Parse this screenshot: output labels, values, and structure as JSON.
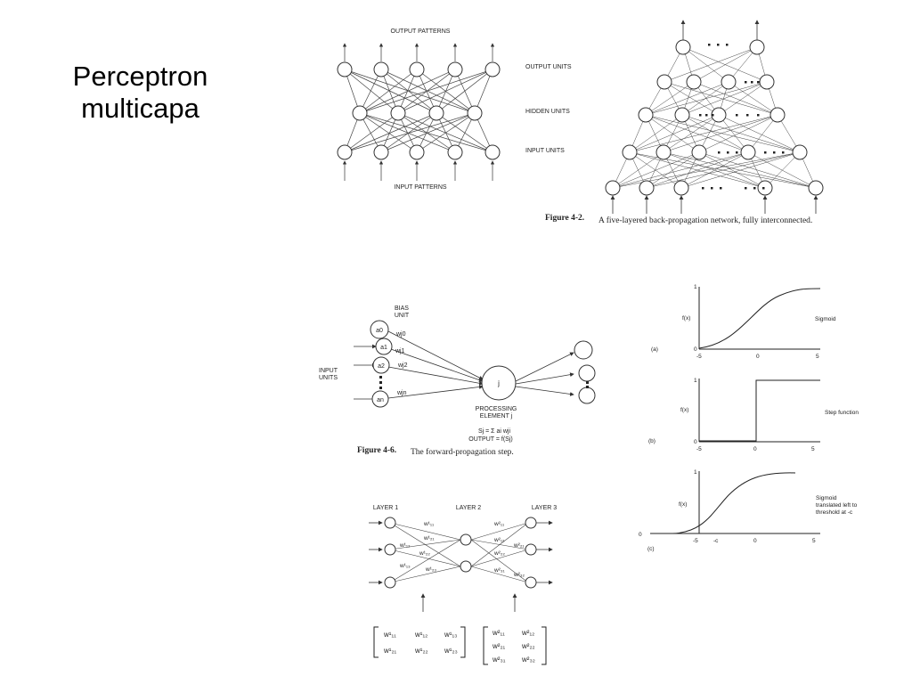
{
  "slide": {
    "title_line1": "Perceptron",
    "title_line2": "multicapa"
  },
  "fig_mlp": {
    "output_patterns": "OUTPUT PATTERNS",
    "output_units": "OUTPUT UNITS",
    "hidden_units": "HIDDEN UNITS",
    "input_units": "INPUT UNITS",
    "input_patterns": "INPUT PATTERNS"
  },
  "fig_42": {
    "caption_label": "Figure 4-2.",
    "caption_text": "A five-layered back-propagation network, fully interconnected."
  },
  "fig_46": {
    "bias_unit_1": "BIAS",
    "bias_unit_2": "UNIT",
    "input_units_1": "INPUT",
    "input_units_2": "UNITS",
    "nodes": [
      "a0",
      "a1",
      "a2",
      "an"
    ],
    "weights": [
      "wj0",
      "wj1",
      "wj2",
      "wjn"
    ],
    "processing_node": "j",
    "processing_1": "PROCESSING",
    "processing_2": "ELEMENT j",
    "sum_eq": "Sj = Σ ai wji",
    "output_eq": "OUTPUT = f(Sj)",
    "caption_label": "Figure 4-6.",
    "caption_text": "The forward-propagation step."
  },
  "fig_layers": {
    "layer1": "LAYER 1",
    "layer2": "LAYER 2",
    "layer3": "LAYER 3",
    "w_left": [
      "w¹₁₁",
      "w¹₂₁",
      "w¹₁₂",
      "w¹₂₂",
      "w¹₁₃",
      "w¹₂₃"
    ],
    "w_right": [
      "w²₁₁",
      "w²₁₂",
      "w²₂₁",
      "w²₂₂",
      "w²₃₁",
      "w²₃₂"
    ],
    "matrix1": [
      "w¹₁₁",
      "w¹₁₂",
      "w¹₁₃",
      "w¹₂₁",
      "w¹₂₂",
      "w¹₂₃"
    ],
    "matrix2": [
      "w²₁₁",
      "w²₁₂",
      "w²₂₁",
      "w²₂₂",
      "w²₃₁",
      "w²₃₂"
    ]
  },
  "plots": {
    "fx": "f(x)",
    "a": {
      "tag": "(a)",
      "label": "Sigmoid",
      "ticks": [
        "-5",
        "0",
        "5"
      ],
      "ymax": "1",
      "y0": "0"
    },
    "b": {
      "tag": "(b)",
      "label": "Step function",
      "ticks": [
        "-5",
        "0",
        "5"
      ],
      "ymax": "1",
      "y0": "0"
    },
    "c": {
      "tag": "(c)",
      "label_1": "Sigmoid",
      "label_2": "translated left to",
      "label_3": "threshold at -c",
      "ticks": [
        "-5",
        "-c",
        "0",
        "5"
      ],
      "ymax": "1",
      "y0": "0"
    }
  }
}
